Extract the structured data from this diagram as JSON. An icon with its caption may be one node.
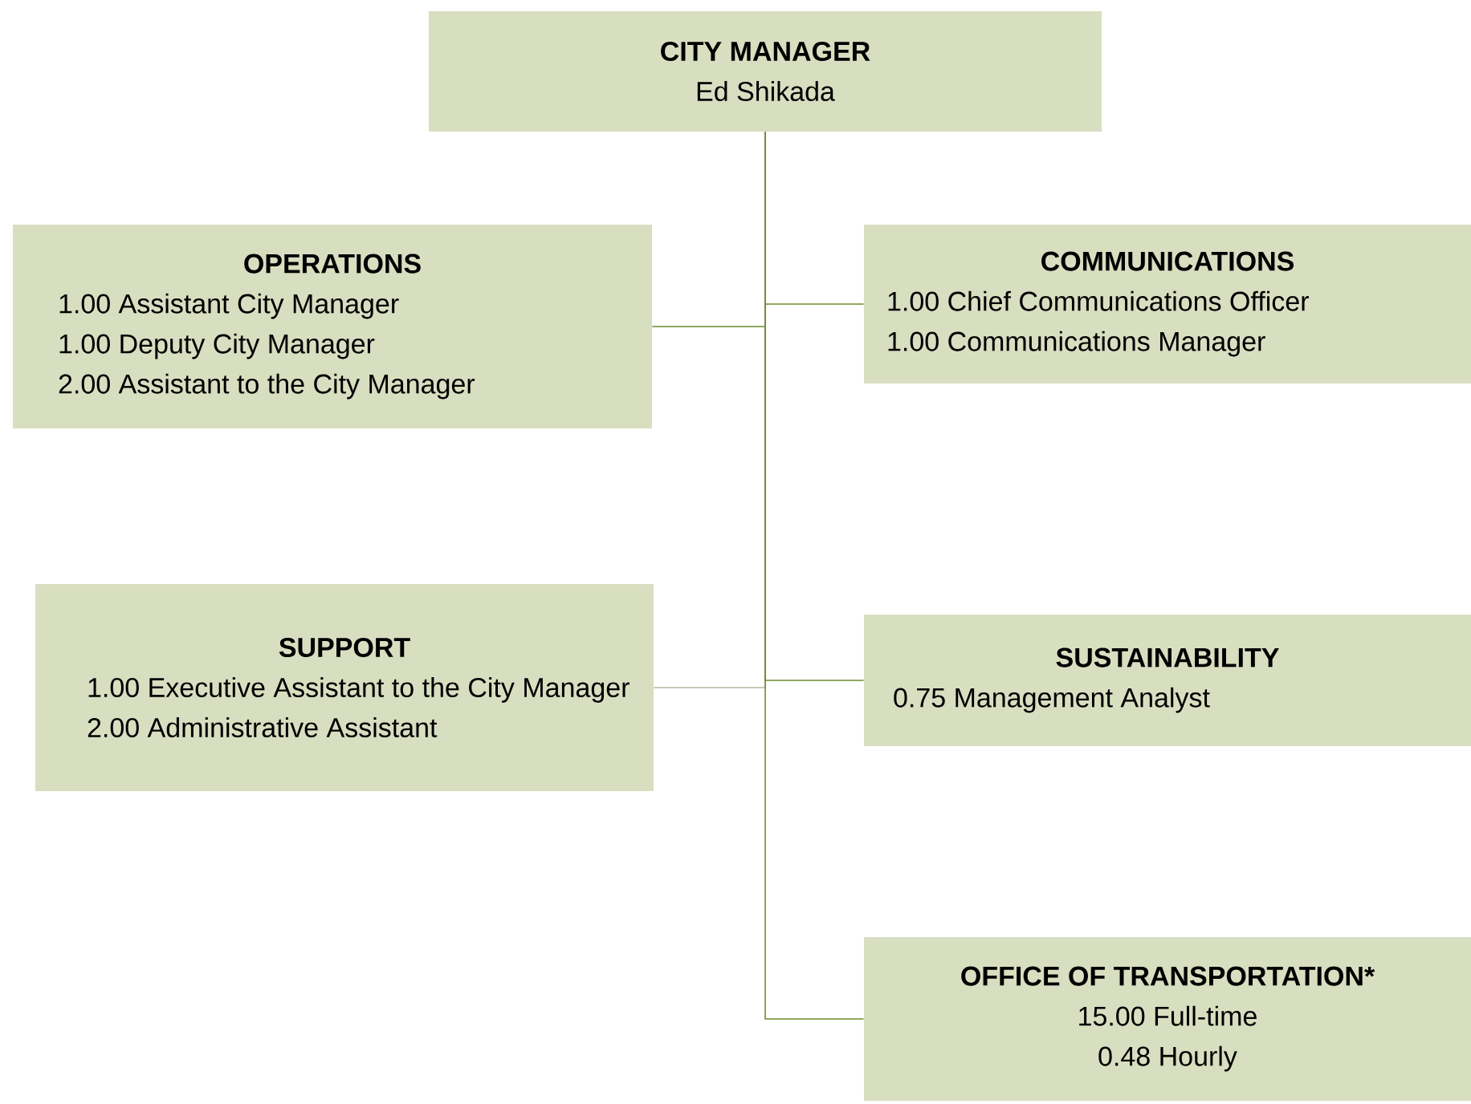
{
  "diagram": {
    "nodes": [
      {
        "text": [
          "CITY MANAGER",
          "Ed Shikada"
        ]
      },
      {
        "text": [
          "OPERATIONS",
          "1.00 Assistant City Manager",
          "1.00 Deputy City Manager",
          "2.00 Assistant to the City Manager"
        ]
      },
      {
        "text": [
          "COMMUNICATIONS",
          "1.00 Chief Communications Officer",
          "1.00 Communications Manager"
        ]
      },
      {
        "text": [
          "SUPPORT",
          "1.00 Executive Assistant to the City Manager",
          "2.00 Administrative Assistant"
        ]
      },
      {
        "text": [
          "SUSTAINABILITY",
          "0.75 Management Analyst"
        ]
      },
      {
        "text": [
          "OFFICE OF TRANSPORTATION*",
          "15.00 Full-time",
          "0.48 Hourly"
        ]
      }
    ],
    "edges": [
      {
        "from": 0,
        "to": 1,
        "arrow": "none"
      },
      {
        "from": 0,
        "to": 2,
        "arrow": "none"
      },
      {
        "from": 0,
        "to": 3,
        "arrow": "none",
        "color": "#b4b89e"
      },
      {
        "from": 0,
        "to": 4,
        "arrow": "none"
      },
      {
        "from": 0,
        "to": 5,
        "arrow": "none"
      }
    ]
  }
}
